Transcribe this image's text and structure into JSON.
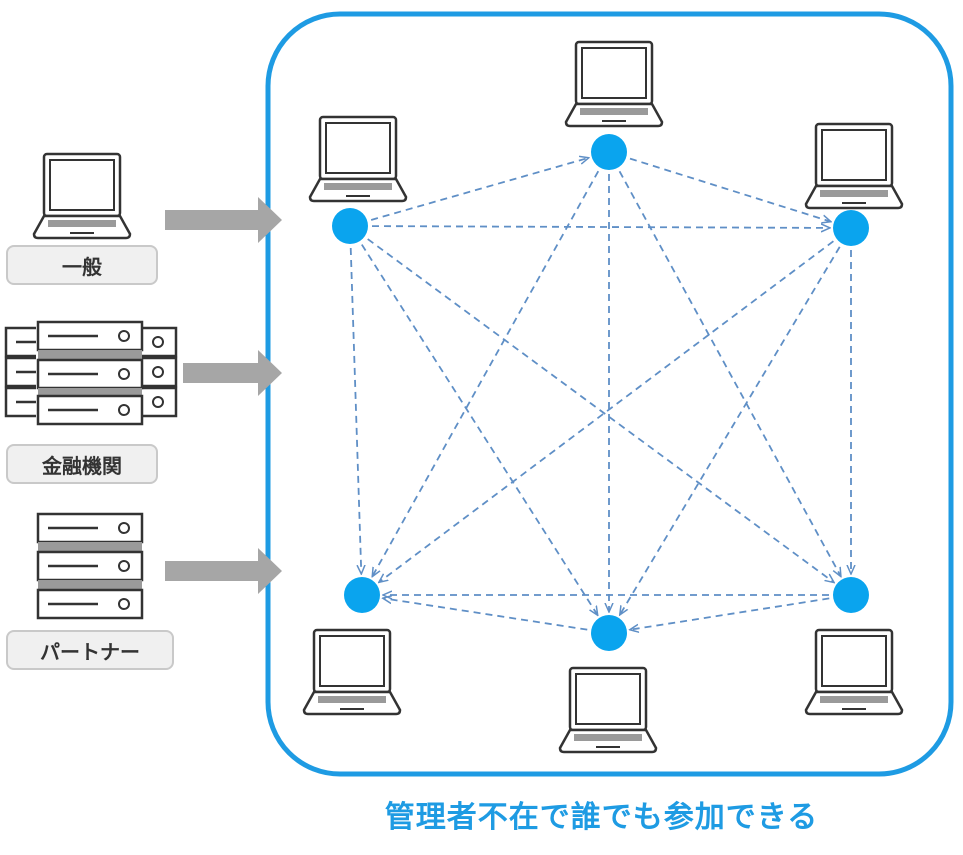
{
  "participants": [
    {
      "label": "一般",
      "icon": "laptop-icon"
    },
    {
      "label": "金融機関",
      "icon": "server-stack-icon"
    },
    {
      "label": "パートナー",
      "icon": "server-icon"
    }
  ],
  "caption": "管理者不在で誰でも参加できる",
  "colors": {
    "accent": "#1e9be3",
    "node": "#0aa4ee",
    "connection": "#5f8fc6",
    "arrow": "#a6a6a6",
    "label_bg": "#f0f0f0",
    "icon_stroke": "#333333"
  },
  "network": {
    "node_count": 6,
    "connection_style": "dashed, all nodes interconnected"
  }
}
